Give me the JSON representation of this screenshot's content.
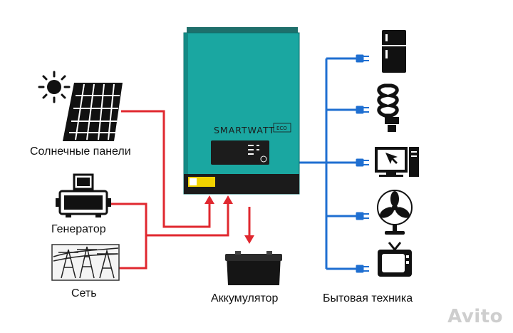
{
  "labels": {
    "solar": "Солнечные панели",
    "generator": "Генератор",
    "grid": "Сеть",
    "battery": "Аккумулятор",
    "appliances": "Бытовая техника"
  },
  "inverter": {
    "brand": "SMARTWATT",
    "eco": "ECO",
    "body_color": "#1aa7a1"
  },
  "watermark": "Avito",
  "colors": {
    "input_lines": "#e0282f",
    "output_lines": "#1f6fd1"
  }
}
